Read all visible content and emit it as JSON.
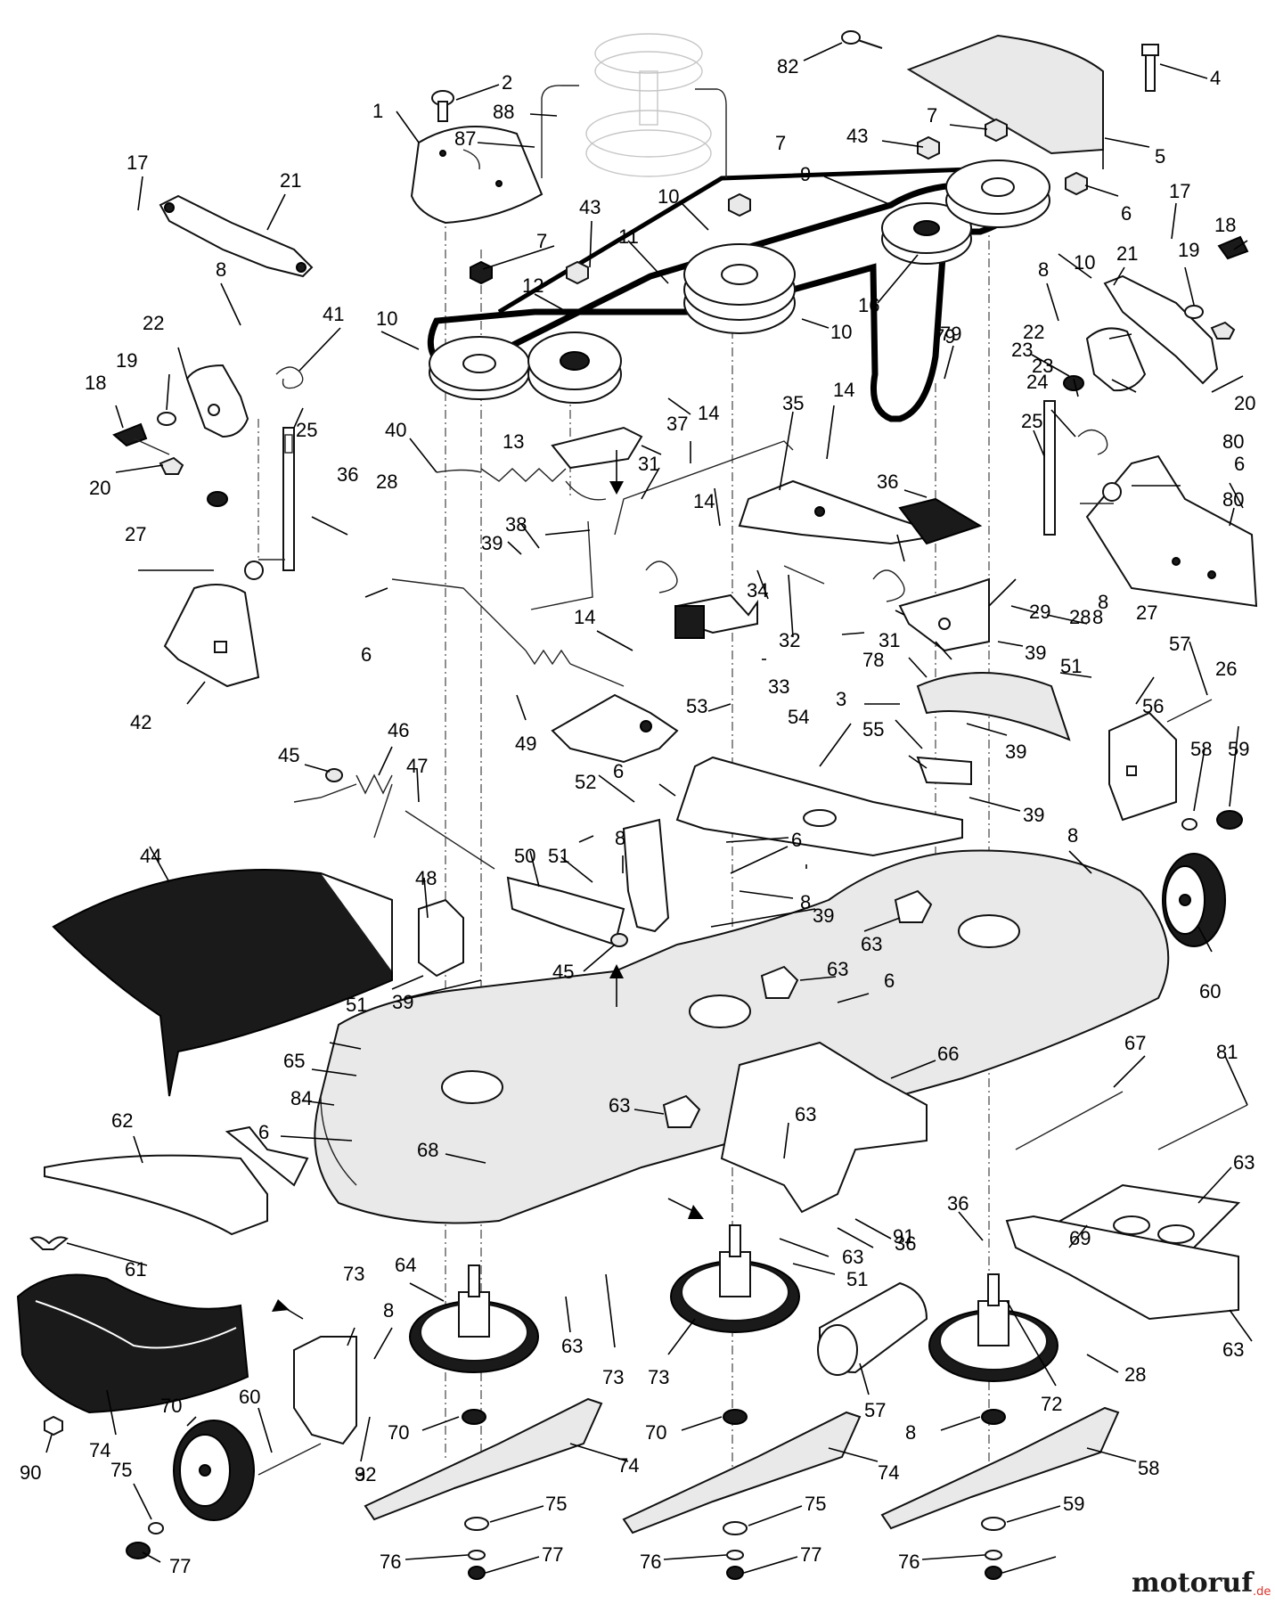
{
  "watermark": {
    "brand": "motoruf",
    "suffix": ".de"
  },
  "callouts": [
    {
      "id": "c1",
      "label": "1"
    },
    {
      "id": "c2",
      "label": "2"
    },
    {
      "id": "c82",
      "label": "82"
    },
    {
      "id": "c4",
      "label": "4"
    },
    {
      "id": "c88",
      "label": "88"
    },
    {
      "id": "c87",
      "label": "87"
    },
    {
      "id": "c7a",
      "label": "7"
    },
    {
      "id": "c43a",
      "label": "43"
    },
    {
      "id": "c5",
      "label": "5"
    },
    {
      "id": "c7b",
      "label": "7"
    },
    {
      "id": "c9",
      "label": "9"
    },
    {
      "id": "c17a",
      "label": "17"
    },
    {
      "id": "c21a",
      "label": "21"
    },
    {
      "id": "c10a",
      "label": "10"
    },
    {
      "id": "c43b",
      "label": "43"
    },
    {
      "id": "c6a",
      "label": "6"
    },
    {
      "id": "c17b",
      "label": "17"
    },
    {
      "id": "c7c",
      "label": "7"
    },
    {
      "id": "c11",
      "label": "11"
    },
    {
      "id": "c18a",
      "label": "18"
    },
    {
      "id": "c10b",
      "label": "10"
    },
    {
      "id": "c21b",
      "label": "21"
    },
    {
      "id": "c19a",
      "label": "19"
    },
    {
      "id": "c8a",
      "label": "8"
    },
    {
      "id": "c12",
      "label": "12"
    },
    {
      "id": "c16",
      "label": "16"
    },
    {
      "id": "c8b",
      "label": "8"
    },
    {
      "id": "c41",
      "label": "41"
    },
    {
      "id": "c10c",
      "label": "10"
    },
    {
      "id": "c10d",
      "label": "10"
    },
    {
      "id": "c22a",
      "label": "22"
    },
    {
      "id": "c79a",
      "label": "79"
    },
    {
      "id": "c22b",
      "label": "22"
    },
    {
      "id": "c19b",
      "label": "19"
    },
    {
      "id": "c23a",
      "label": "23"
    },
    {
      "id": "c18b",
      "label": "18"
    },
    {
      "id": "c14a",
      "label": "14"
    },
    {
      "id": "c14b",
      "label": "14"
    },
    {
      "id": "c35",
      "label": "35"
    },
    {
      "id": "c24",
      "label": "24"
    },
    {
      "id": "c20a",
      "label": "20"
    },
    {
      "id": "c79b",
      "label": "79"
    },
    {
      "id": "c23b",
      "label": "23"
    },
    {
      "id": "c40",
      "label": "40"
    },
    {
      "id": "c13",
      "label": "13"
    },
    {
      "id": "c37",
      "label": "37"
    },
    {
      "id": "c25a",
      "label": "25"
    },
    {
      "id": "c25b",
      "label": "25"
    },
    {
      "id": "c80a",
      "label": "80"
    },
    {
      "id": "c36a",
      "label": "36"
    },
    {
      "id": "c31a",
      "label": "31"
    },
    {
      "id": "c20b",
      "label": "20"
    },
    {
      "id": "c28a",
      "label": "28"
    },
    {
      "id": "c36b",
      "label": "36"
    },
    {
      "id": "c6b",
      "label": "6"
    },
    {
      "id": "c14c",
      "label": "14"
    },
    {
      "id": "c38",
      "label": "38"
    },
    {
      "id": "c27a",
      "label": "27"
    },
    {
      "id": "c39a",
      "label": "39"
    },
    {
      "id": "c34",
      "label": "34"
    },
    {
      "id": "c80b",
      "label": "80"
    },
    {
      "id": "c8c",
      "label": "8"
    },
    {
      "id": "c28b",
      "label": "28"
    },
    {
      "id": "c29",
      "label": "29"
    },
    {
      "id": "c27b",
      "label": "27"
    },
    {
      "id": "c8d",
      "label": "8"
    },
    {
      "id": "c32",
      "label": "32"
    },
    {
      "id": "c31b",
      "label": "31"
    },
    {
      "id": "c6c",
      "label": "6"
    },
    {
      "id": "c14d",
      "label": "14"
    },
    {
      "id": "c39b",
      "label": "39"
    },
    {
      "id": "c57a",
      "label": "57"
    },
    {
      "id": "c26",
      "label": "26"
    },
    {
      "id": "c33",
      "label": "33"
    },
    {
      "id": "c78",
      "label": "78"
    },
    {
      "id": "c51a",
      "label": "51"
    },
    {
      "id": "c42",
      "label": "42"
    },
    {
      "id": "c49",
      "label": "49"
    },
    {
      "id": "c53",
      "label": "53"
    },
    {
      "id": "c3a",
      "label": "3"
    },
    {
      "id": "c56",
      "label": "56"
    },
    {
      "id": "c46",
      "label": "46"
    },
    {
      "id": "c54",
      "label": "54"
    },
    {
      "id": "c55",
      "label": "55"
    },
    {
      "id": "c58a",
      "label": "58"
    },
    {
      "id": "c59a",
      "label": "59"
    },
    {
      "id": "c45a",
      "label": "45"
    },
    {
      "id": "c47",
      "label": "47"
    },
    {
      "id": "c39c",
      "label": "39"
    },
    {
      "id": "c6d",
      "label": "6"
    },
    {
      "id": "c52",
      "label": "52"
    },
    {
      "id": "c39d",
      "label": "39"
    },
    {
      "id": "c8e",
      "label": "8"
    },
    {
      "id": "c44",
      "label": "44"
    },
    {
      "id": "c50",
      "label": "50"
    },
    {
      "id": "c51b",
      "label": "51"
    },
    {
      "id": "c8f",
      "label": "8"
    },
    {
      "id": "c6e",
      "label": "6"
    },
    {
      "id": "c48",
      "label": "48"
    },
    {
      "id": "c8g",
      "label": "8"
    },
    {
      "id": "c39e",
      "label": "39"
    },
    {
      "id": "c63a",
      "label": "63"
    },
    {
      "id": "c60a",
      "label": "60"
    },
    {
      "id": "c45b",
      "label": "45"
    },
    {
      "id": "c63b",
      "label": "63"
    },
    {
      "id": "c6f",
      "label": "6"
    },
    {
      "id": "c39f",
      "label": "39"
    },
    {
      "id": "c51c",
      "label": "51"
    },
    {
      "id": "c67",
      "label": "67"
    },
    {
      "id": "c81",
      "label": "81"
    },
    {
      "id": "c65",
      "label": "65"
    },
    {
      "id": "c66",
      "label": "66"
    },
    {
      "id": "c84",
      "label": "84"
    },
    {
      "id": "c62",
      "label": "62"
    },
    {
      "id": "c63c",
      "label": "63"
    },
    {
      "id": "c6g",
      "label": "6"
    },
    {
      "id": "c63d",
      "label": "63"
    },
    {
      "id": "c68",
      "label": "68"
    },
    {
      "id": "c63e",
      "label": "63"
    },
    {
      "id": "c36c",
      "label": "36"
    },
    {
      "id": "c63f",
      "label": "63"
    },
    {
      "id": "c36d",
      "label": "36"
    },
    {
      "id": "c91",
      "label": "91"
    },
    {
      "id": "c61",
      "label": "61"
    },
    {
      "id": "c73a",
      "label": "73"
    },
    {
      "id": "c64",
      "label": "64"
    },
    {
      "id": "c51d",
      "label": "51"
    },
    {
      "id": "c8h",
      "label": "8"
    },
    {
      "id": "c3b",
      "label": "3"
    },
    {
      "id": "c69",
      "label": "69"
    },
    {
      "id": "c63g",
      "label": "63"
    },
    {
      "id": "c63h",
      "label": "63"
    },
    {
      "id": "c73b",
      "label": "73"
    },
    {
      "id": "c73c",
      "label": "73"
    },
    {
      "id": "c28c",
      "label": "28"
    },
    {
      "id": "c72",
      "label": "72"
    },
    {
      "id": "c57b",
      "label": "57"
    },
    {
      "id": "c60b",
      "label": "60"
    },
    {
      "id": "c70a",
      "label": "70"
    },
    {
      "id": "c70b",
      "label": "70"
    },
    {
      "id": "c70c",
      "label": "70"
    },
    {
      "id": "c8i",
      "label": "8"
    },
    {
      "id": "c92",
      "label": "92"
    },
    {
      "id": "c90",
      "label": "90"
    },
    {
      "id": "c74a",
      "label": "74"
    },
    {
      "id": "c74b",
      "label": "74"
    },
    {
      "id": "c74c",
      "label": "74"
    },
    {
      "id": "c58b",
      "label": "58"
    },
    {
      "id": "c75a",
      "label": "75"
    },
    {
      "id": "c75b",
      "label": "75"
    },
    {
      "id": "c75c",
      "label": "75"
    },
    {
      "id": "c59b",
      "label": "59"
    },
    {
      "id": "c77a",
      "label": "77"
    },
    {
      "id": "c76a",
      "label": "76"
    },
    {
      "id": "c77b",
      "label": "77"
    },
    {
      "id": "c76b",
      "label": "76"
    },
    {
      "id": "c77c",
      "label": "77"
    },
    {
      "id": "c76c",
      "label": "76"
    }
  ]
}
